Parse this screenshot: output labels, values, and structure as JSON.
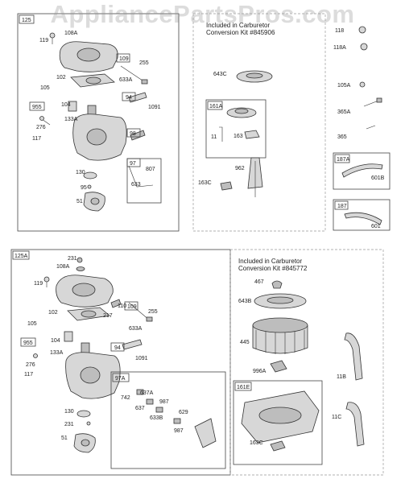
{
  "watermark": "AppliancePartsPros.com",
  "kit1": {
    "line1": "Included in Carburetor",
    "line2": "Conversion Kit #845906"
  },
  "kit2": {
    "line1": "Included in Carburetor",
    "line2": "Conversion Kit #845772"
  },
  "labels": {
    "p125": "125",
    "p108A": "108A",
    "p119": "119",
    "p102": "102",
    "p109": "109",
    "p255": "255",
    "p633A": "633A",
    "p105": "105",
    "p104": "104",
    "p94": "94",
    "p1091": "1091",
    "p955": "955",
    "p133A": "133A",
    "p276": "276",
    "p117": "117",
    "p98": "98",
    "p97": "97",
    "p807": "807",
    "p633": "633",
    "p130": "130",
    "p95": "95",
    "p51": "51",
    "p643C": "643C",
    "p161A": "161A",
    "p11": "11",
    "p163": "163",
    "p962": "962",
    "p163C": "163C",
    "p118": "118",
    "p118A": "118A",
    "p105A": "105A",
    "p365A": "365A",
    "p365": "365",
    "p187A": "187A",
    "p601B": "601B",
    "p187": "187",
    "p601": "601",
    "q125A": "125A",
    "q231": "231",
    "q108A": "108A",
    "q119": "119",
    "q102": "102",
    "q110": "110",
    "q217": "217",
    "q109": "109",
    "q255": "255",
    "q633A": "633A",
    "q105": "105",
    "q104": "104",
    "q133A": "133A",
    "q955": "955",
    "q276": "276",
    "q117": "117",
    "q94": "94",
    "q1091": "1091",
    "q97A": "97A",
    "q742": "742",
    "q637A": "637A",
    "q637": "637",
    "q987": "987",
    "q633B": "633B",
    "q629": "629",
    "q987b": "987",
    "q130": "130",
    "q231b": "231",
    "q51": "51",
    "q467": "467",
    "q643B": "643B",
    "q445": "445",
    "q996A": "996A",
    "q11B": "11B",
    "q161E": "161E",
    "q11C": "11C",
    "q163C": "163C"
  }
}
